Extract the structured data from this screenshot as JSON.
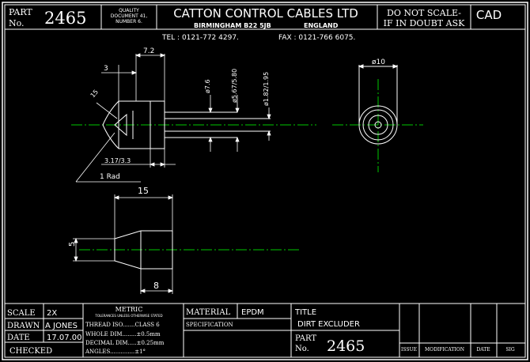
{
  "header": {
    "part_label": "PART",
    "no_label": "No.",
    "part_number": "2465",
    "quality_line1": "QUALITY",
    "quality_line2": "DOCUMENT 41,",
    "quality_line3": "NUMBER 6.",
    "company": "CATTON CONTROL CABLES LTD",
    "city": "BIRMINGHAM B22 5JB",
    "country": "ENGLAND",
    "tel": "TEL : 0121-772 4297.",
    "fax": "FAX : 0121-766 6075.",
    "notice_line1": "DO NOT SCALE-",
    "notice_line2": "IF IN DOUBT ASK",
    "cad": "CAD"
  },
  "dimensions": {
    "top_width": "7.2",
    "nose": "3",
    "angle": "15",
    "dia_small": "ø7.6",
    "dia_mid": "ø5.67/5.80",
    "dia_bore": "ø1.82/1.95",
    "dia_end": "ø10",
    "step": "3.17/3.3",
    "radius": "1 Rad",
    "length": "15",
    "height": "5",
    "bottom_width": "8"
  },
  "title_block": {
    "scale_label": "SCALE",
    "scale_value": "2X",
    "drawn_label": "DRAWN",
    "drawn_value": "A JONES",
    "date_label": "DATE",
    "date_value": "17.07.00",
    "checked_label": "CHECKED",
    "metric_label": "METRIC",
    "tolerance_note": "TOLERANCES UNLESS OTHERWISE STATED",
    "thread": "THREAD ISO.......CLASS 6",
    "whole_dim": "WHOLE DIM........±0.5mm",
    "decimal_dim": "DECIMAL DIM.....±0.25mm",
    "angles": "ANGLES..............±1°",
    "material_label": "MATERIAL",
    "material_value": "EPDM",
    "spec_label": "SPECIFICATION",
    "title_label": "TITLE",
    "title_value": "DIRT EXCLUDER",
    "part_label": "PART",
    "no_label": "No.",
    "part_number": "2465",
    "rev_issue": "ISSUE",
    "rev_mod": "MODIFICATION",
    "rev_date": "DATE",
    "rev_sig": "SIG"
  },
  "colors": {
    "background": "#000000",
    "line": "#ffffff",
    "centerline": "#00c800"
  }
}
